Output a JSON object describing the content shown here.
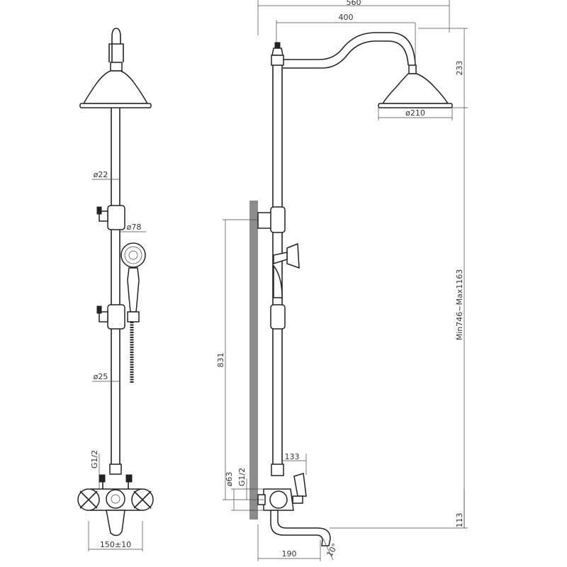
{
  "dimensions": {
    "width_total": "560",
    "arm_reach": "400",
    "head_drop": "233",
    "head_diameter": "ø210",
    "height_range": "Min746~Max1163",
    "riser_diameter": "ø22",
    "handshower_diameter": "ø78",
    "lower_pipe_diameter": "ø25",
    "inlet_thread_front": "G1/2",
    "inlet_thread_side": "G1/2",
    "inlet_centers": "150±10",
    "inlet_height": "831",
    "wall_offset": "133",
    "body_diameter": "ø63",
    "spout_reach": "190",
    "spout_height": "113",
    "spout_angle": "10°"
  }
}
